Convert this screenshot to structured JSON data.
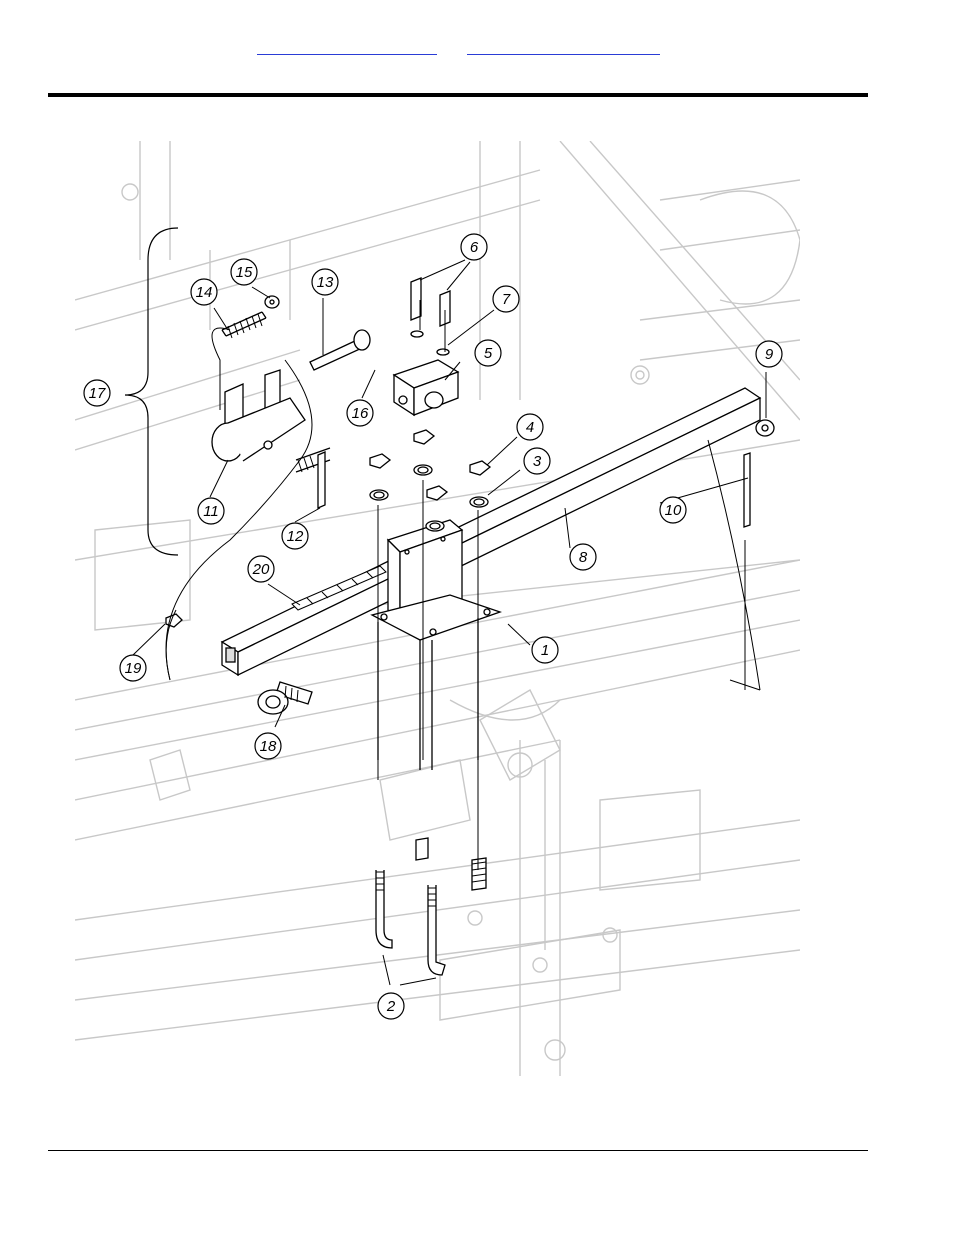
{
  "header": {
    "links": [
      "",
      ""
    ]
  },
  "diagram": {
    "callouts": [
      {
        "id": "1",
        "label": "1"
      },
      {
        "id": "2",
        "label": "2"
      },
      {
        "id": "3",
        "label": "3"
      },
      {
        "id": "4",
        "label": "4"
      },
      {
        "id": "5",
        "label": "5"
      },
      {
        "id": "6",
        "label": "6"
      },
      {
        "id": "7",
        "label": "7"
      },
      {
        "id": "8",
        "label": "8"
      },
      {
        "id": "9",
        "label": "9"
      },
      {
        "id": "10",
        "label": "10"
      },
      {
        "id": "11",
        "label": "11"
      },
      {
        "id": "12",
        "label": "12"
      },
      {
        "id": "13",
        "label": "13"
      },
      {
        "id": "14",
        "label": "14"
      },
      {
        "id": "15",
        "label": "15"
      },
      {
        "id": "16",
        "label": "16"
      },
      {
        "id": "17",
        "label": "17"
      },
      {
        "id": "18",
        "label": "18"
      },
      {
        "id": "19",
        "label": "19"
      },
      {
        "id": "20",
        "label": "20"
      }
    ]
  }
}
